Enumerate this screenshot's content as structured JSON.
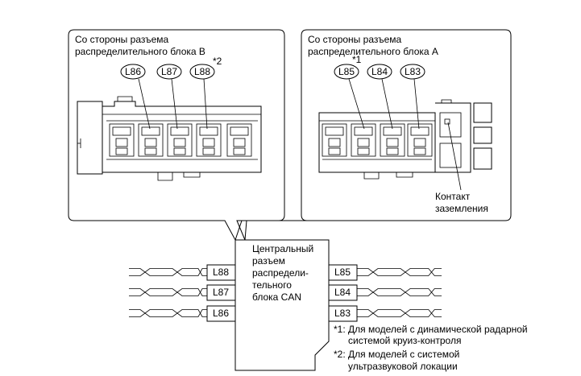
{
  "callouts": {
    "left": {
      "title_lines": [
        "Со стороны разъема",
        "распределительного блока B"
      ],
      "pins": [
        "L86",
        "L87",
        "L88"
      ],
      "note_mark": "*2"
    },
    "right": {
      "title_lines": [
        "Со стороны разъема",
        "распределительного блока A"
      ],
      "pins": [
        "L85",
        "L84",
        "L83"
      ],
      "note_mark": "*1",
      "ground_label_lines": [
        "Контакт",
        "заземления"
      ]
    }
  },
  "junction": {
    "title_lines": [
      "Центральный",
      "разъем",
      "распредели-",
      "тельного",
      "блока CAN"
    ],
    "left_pins": [
      "L88",
      "L87",
      "L86"
    ],
    "right_pins": [
      "L85",
      "L84",
      "L83"
    ]
  },
  "footnotes": [
    [
      "*1: Для моделей с динамической радарной",
      "системой круиз-контроля"
    ],
    [
      "*2: Для моделей с системой",
      "ультразвуковой локации"
    ]
  ]
}
